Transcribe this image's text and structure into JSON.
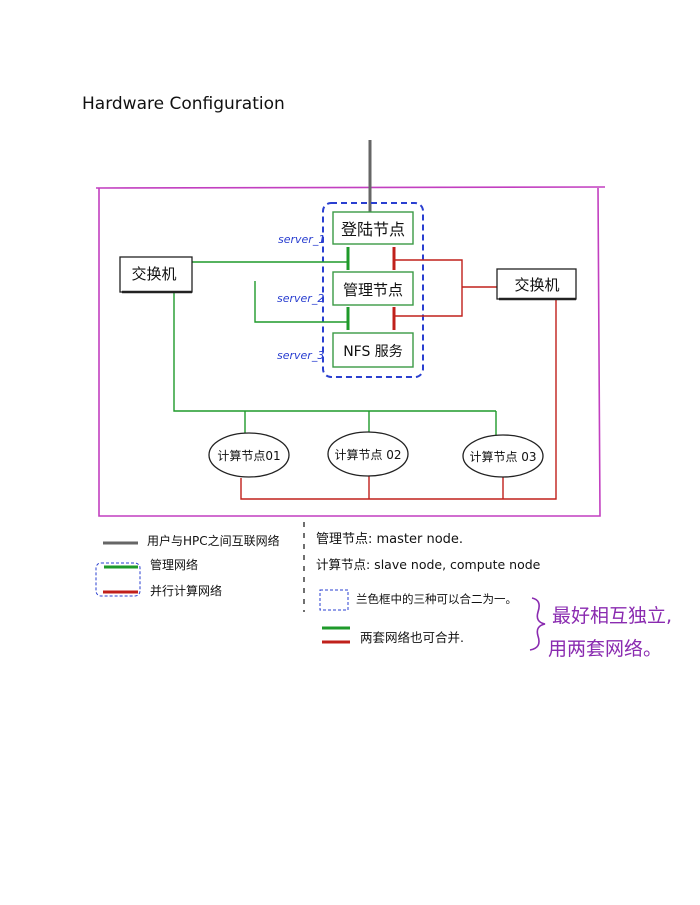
{
  "title": "Hardware Configuration",
  "nodes": {
    "login": "登陆节点",
    "mgmt": "管理节点",
    "nfs": "NFS 服务",
    "switch_left": "交换机",
    "switch_right": "交换机",
    "compute1": "计算节点01",
    "compute2": "计算节点 02",
    "compute3": "计算节点 03"
  },
  "server_labels": [
    "server_1",
    "server_2",
    "server_3"
  ],
  "legend": {
    "gray": "用户与HPC之间互联网络",
    "green": "管理网络",
    "red": "并行计算网络"
  },
  "notes": {
    "mgmt_note": "管理节点: master node.",
    "compute_note": "计算节点: slave node, compute node",
    "box_note": "兰色框中的三种可以合二为一。",
    "merge_note": "两套网络也可合并.",
    "advice_line1": "最好相互独立,",
    "advice_line2": "用两套网络。"
  },
  "colors": {
    "gray": "#666666",
    "green": "#1e9a2a",
    "red": "#c0201b",
    "blue": "#2a3fd0",
    "magenta": "#c23fc0",
    "purple": "#8a2bb0",
    "node_border": "#3a9a44"
  }
}
